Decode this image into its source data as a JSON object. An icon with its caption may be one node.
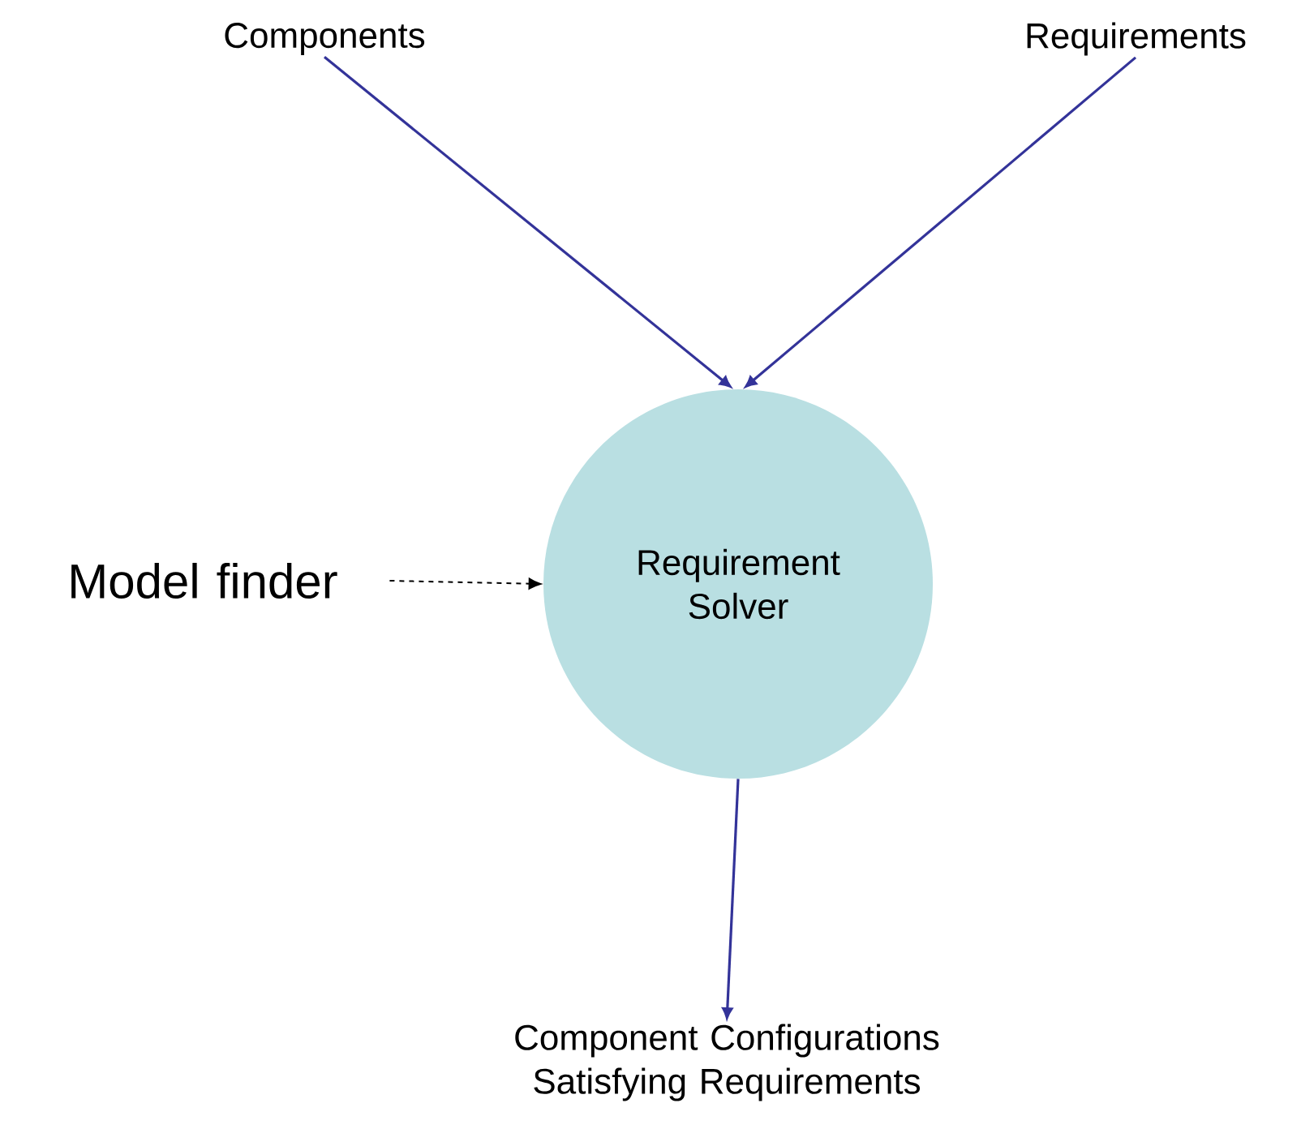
{
  "diagram": {
    "nodes": [
      {
        "text": [
          "Components"
        ]
      },
      {
        "text": [
          "Requirements"
        ]
      },
      {
        "text": [
          "Requirement Solver"
        ]
      },
      {
        "text": [
          "Model finder"
        ]
      },
      {
        "text": [
          "Component Configurations Satisfying Requirements"
        ]
      }
    ],
    "edges": [
      {
        "from": 0,
        "to": 2,
        "arrow": "to"
      },
      {
        "from": 1,
        "to": 2,
        "arrow": "to"
      },
      {
        "from": 3,
        "to": 2,
        "arrow": "to",
        "style": "dashed",
        "color": "#000000"
      },
      {
        "from": 2,
        "to": 4,
        "arrow": "to"
      }
    ]
  }
}
